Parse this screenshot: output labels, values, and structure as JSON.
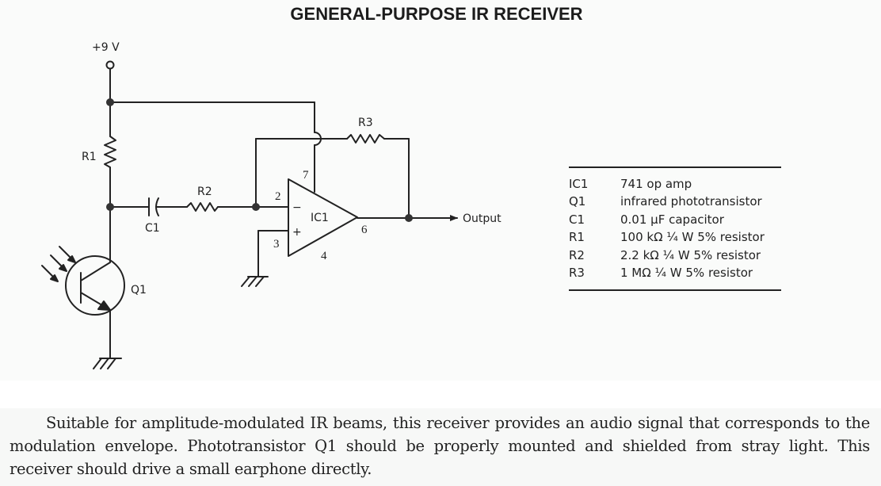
{
  "title": "GENERAL-PURPOSE IR RECEIVER",
  "schematic": {
    "supply_label": "+9 V",
    "components": {
      "R1": "R1",
      "R2": "R2",
      "R3": "R3",
      "C1": "C1",
      "Q1": "Q1",
      "IC1": "IC1"
    },
    "opamp_pins": {
      "inverting": "2",
      "non_inverting": "3",
      "output": "6",
      "v_plus": "7",
      "v_minus": "4",
      "minus_sign": "−",
      "plus_sign": "+"
    },
    "output_label": "Output"
  },
  "parts_list": [
    {
      "ref": "IC1",
      "desc": "741 op amp"
    },
    {
      "ref": "Q1",
      "desc": "infrared phototransistor"
    },
    {
      "ref": "C1",
      "desc": "0.01 µF capacitor"
    },
    {
      "ref": "R1",
      "desc": "100 kΩ ¼ W 5% resistor"
    },
    {
      "ref": "R2",
      "desc": "2.2 kΩ ¼ W 5% resistor"
    },
    {
      "ref": "R3",
      "desc": "1 MΩ ¼ W 5% resistor"
    }
  ],
  "caption": "Suitable for amplitude-modulated IR beams, this receiver provides an audio signal that corresponds to the modulation envelope. Phototransistor Q1 should be properly mounted and shielded from stray light. This receiver should drive a small earphone directly."
}
